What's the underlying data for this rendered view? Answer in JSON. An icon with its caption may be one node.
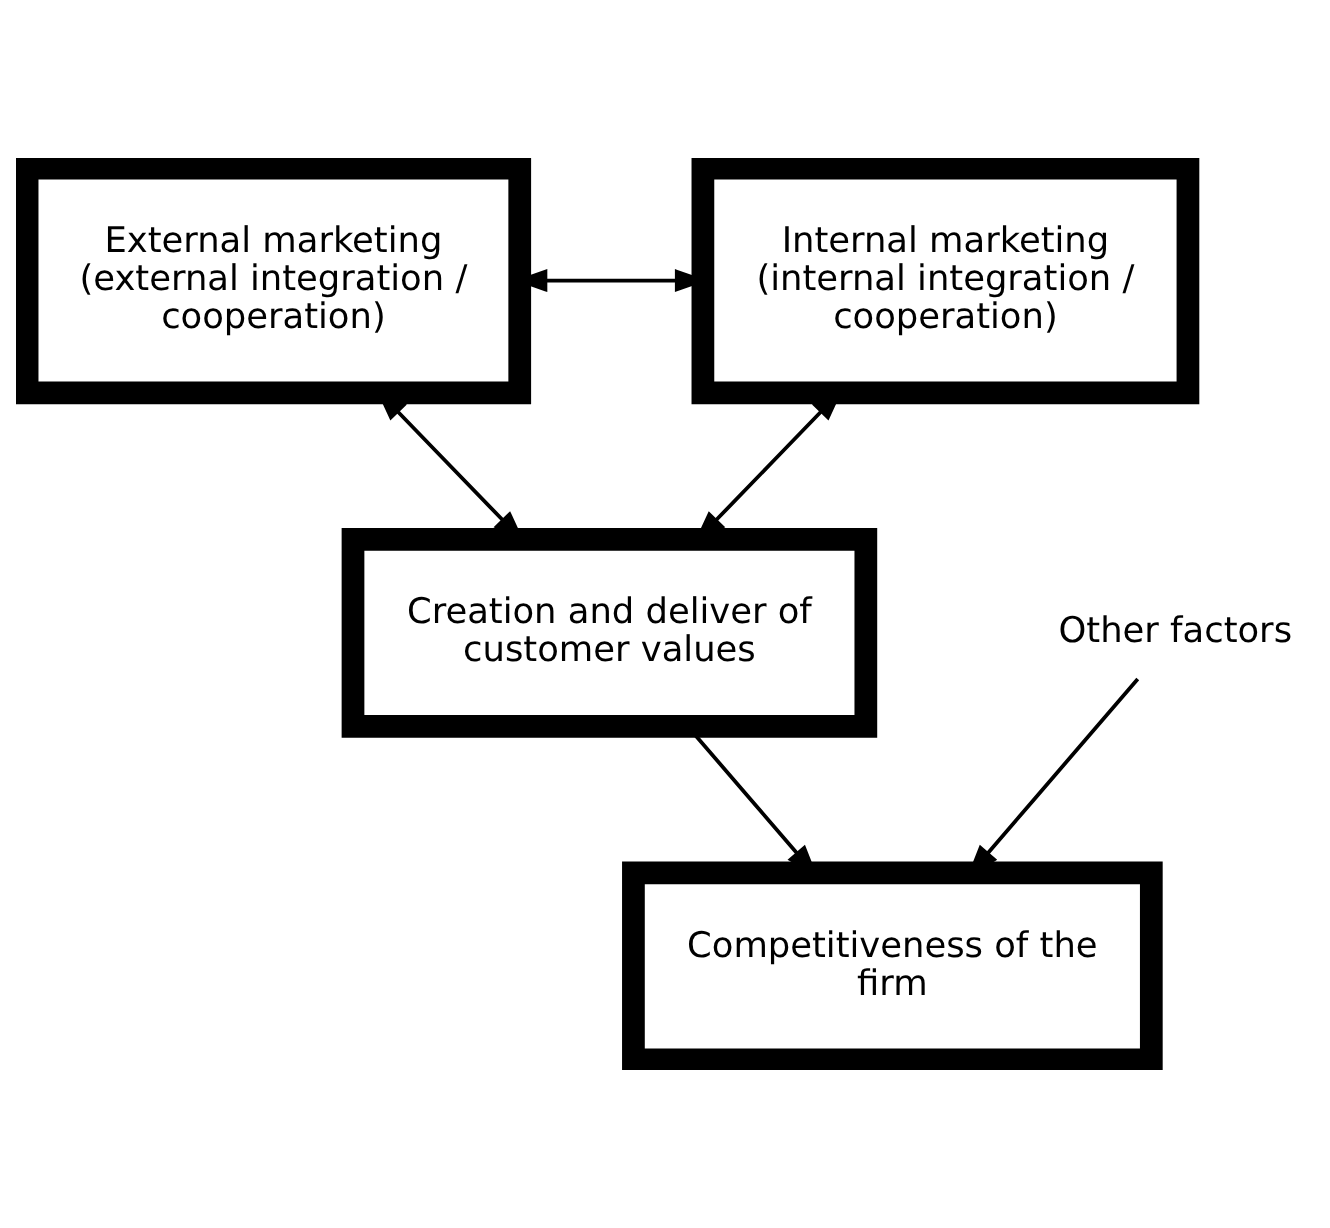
{
  "diagram": {
    "nodes": [
      {
        "text": [
          "External marketing (external integration / cooperation)"
        ]
      },
      {
        "text": [
          "Internal marketing (internal integration / cooperation)"
        ]
      },
      {
        "text": [
          "Creation and deliver of customer values"
        ]
      },
      {
        "text": [
          "Competitiveness of the firm"
        ]
      },
      {
        "text": [
          "Other factors"
        ]
      }
    ],
    "edges": [
      {
        "from": 0,
        "to": 1,
        "arrow": "both"
      },
      {
        "from": 0,
        "to": 2,
        "arrow": "both"
      },
      {
        "from": 1,
        "to": 2,
        "arrow": "both"
      },
      {
        "from": 2,
        "to": 3,
        "arrow": "to"
      },
      {
        "from": 4,
        "to": 3,
        "arrow": "to"
      }
    ]
  }
}
